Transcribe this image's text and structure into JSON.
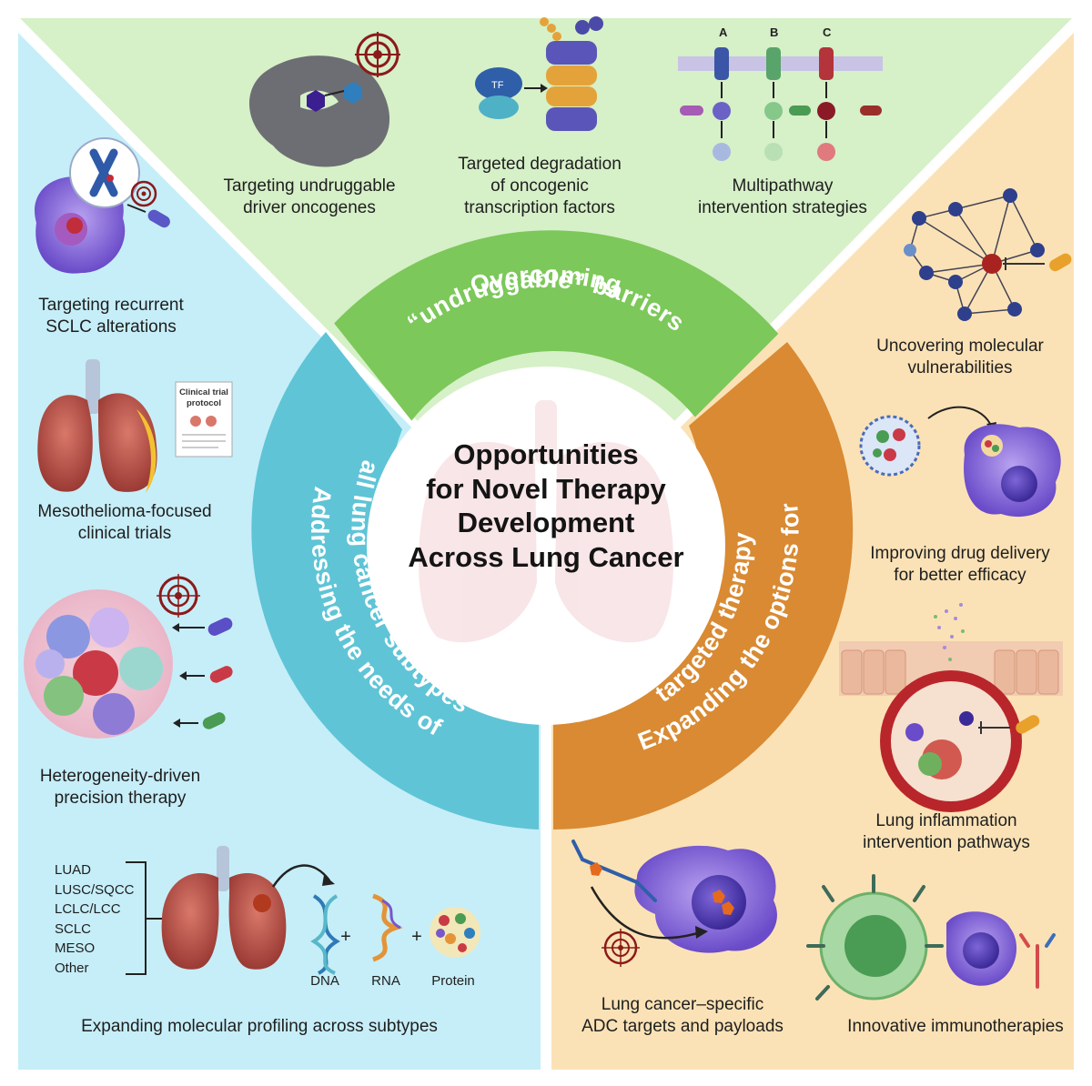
{
  "center": {
    "title": "Opportunities\nfor Novel Therapy\nDevelopment\nAcross Lung Cancer"
  },
  "ring": {
    "top": {
      "line1": "Overcoming",
      "line2": "“undruggable” barriers"
    },
    "left": {
      "line1": "Addressing the needs of",
      "line2": "all lung cancer subtypes"
    },
    "right": {
      "line1": "Expanding the options for",
      "line2": "targeted therapy"
    }
  },
  "top_panel": {
    "items": [
      {
        "label": "Targeting undruggable\ndriver oncogenes"
      },
      {
        "label": "Targeted degradation\nof oncogenic\ntranscription factors",
        "icon_text": "TF"
      },
      {
        "label": "Multipathway\nintervention strategies",
        "pathways": [
          "A",
          "B",
          "C"
        ]
      }
    ]
  },
  "left_panel": {
    "items": [
      {
        "label": "Targeting recurrent\nSCLC alterations"
      },
      {
        "label": "Mesothelioma-focused\nclinical trials",
        "doc_title": "Clinical trial\nprotocol"
      },
      {
        "label": "Heterogeneity-driven\nprecision therapy"
      },
      {
        "label": "Expanding molecular profiling across subtypes",
        "subtypes": [
          "LUAD",
          "LUSC/SQCC",
          "LCLC/LCC",
          "SCLC",
          "MESO",
          "Other"
        ],
        "molecules": [
          "DNA",
          "RNA",
          "Protein"
        ],
        "plus": "+"
      }
    ]
  },
  "right_panel": {
    "items": [
      {
        "label": "Uncovering molecular\nvulnerabilities"
      },
      {
        "label": "Improving drug delivery\nfor better efficacy"
      },
      {
        "label": "Lung inflammation\nintervention pathways"
      },
      {
        "label": "Lung cancer–specific\nADC targets and payloads"
      },
      {
        "label": "Innovative immunotherapies"
      }
    ]
  },
  "colors": {
    "green_panel": "#d6f0c8",
    "blue_panel": "#c6eef8",
    "orange_panel": "#fbe2b6",
    "green_ring": "#7cc85a",
    "blue_ring": "#5fc4d6",
    "orange_ring": "#d98a32",
    "target": "#8b1a1a"
  }
}
